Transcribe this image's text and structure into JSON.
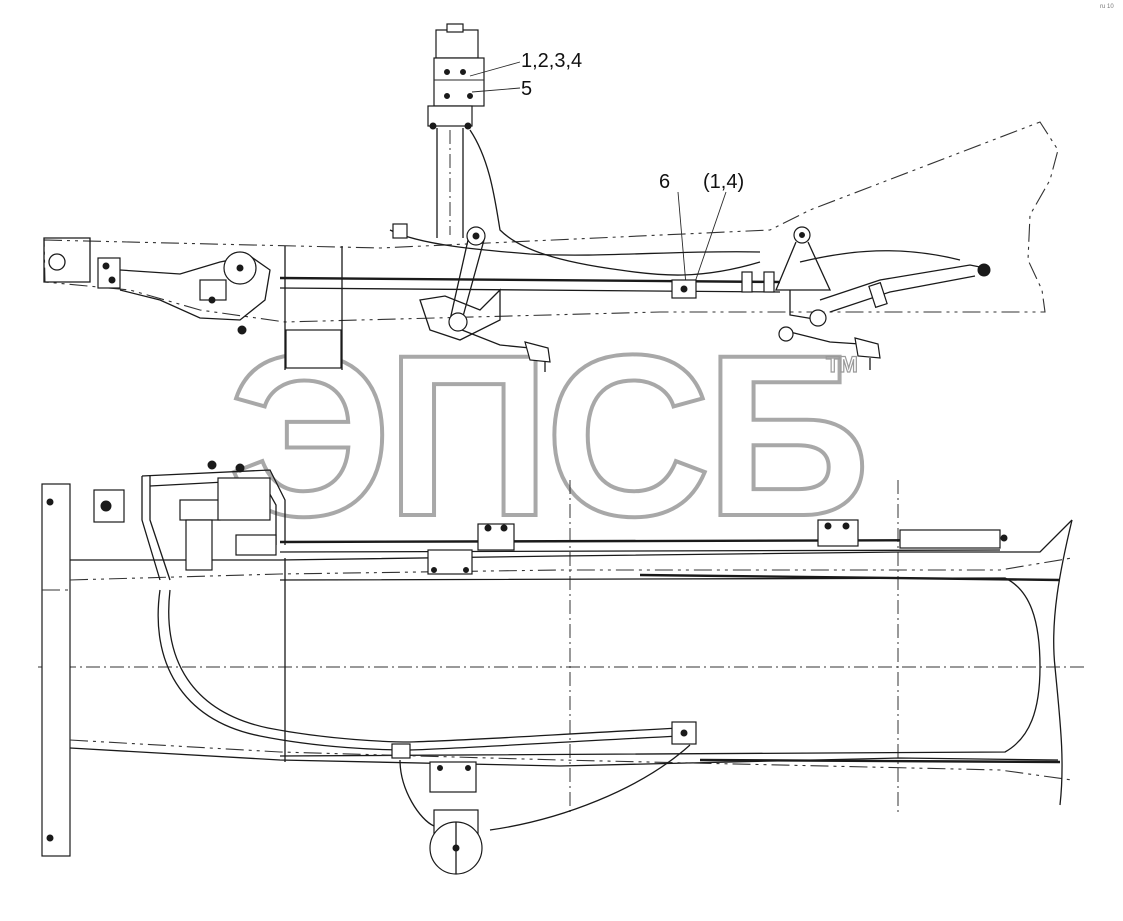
{
  "callouts": {
    "c1234": "1,2,3,4",
    "c5": "5",
    "c6": "6",
    "c14": "(1,4)"
  },
  "watermark": {
    "text": "ЭПСБ",
    "tm": "TM"
  },
  "corner_mark": "ru 10"
}
